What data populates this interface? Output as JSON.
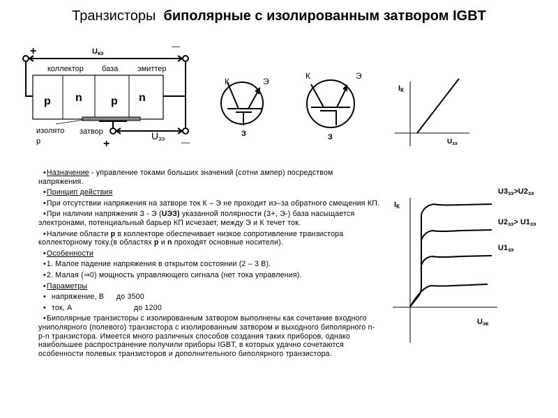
{
  "title": {
    "part1": "Транзисторы",
    "part2": "биполярные с   изолированным затвором IGBT"
  },
  "structure_diagram": {
    "voltage_ce": "U",
    "voltage_ce_sub": "кэ",
    "plus_top": "+",
    "minus_top": "—",
    "collector": "коллектор",
    "base": "база",
    "emitter": "эмиттер",
    "layers": [
      "p",
      "n",
      "p",
      "n"
    ],
    "insulator_line1": "изолято",
    "insulator_line2": "р",
    "gate": "затвор",
    "plus_bottom": "+",
    "voltage_ge": "U",
    "voltage_ge_sub": "ээ",
    "minus_bottom": "—"
  },
  "symbols": [
    {
      "collector": "К",
      "emitter": "Э",
      "gate": "З"
    },
    {
      "collector": "К",
      "emitter": "Э",
      "gate": "З"
    }
  ],
  "transfer_chart": {
    "ylabel": "I",
    "ylabel_sub": "К",
    "xlabel": "U",
    "xlabel_sub": "зэ"
  },
  "output_chart": {
    "ylabel": "I",
    "ylabel_sub": "К",
    "xlabel": "U",
    "xlabel_sub": "эк",
    "curves": [
      {
        "a": "U3",
        "a_sub": "зэ",
        "sep": ">",
        "b": "U2",
        "b_sub": "зэ"
      },
      {
        "a": "U2",
        "a_sub": "зэ",
        "sep": "> ",
        "b": "U1",
        "b_sub": "зэ"
      },
      {
        "a": "U1",
        "a_sub": "зэ",
        "sep": "",
        "b": "",
        "b_sub": ""
      }
    ]
  },
  "text": {
    "bullet": "•",
    "p1_head": "Назначение",
    "p1_rest": "  -  управление токами больших значений (сотни ампер) посредством напряжения.",
    "p2_head": "Принцип действия",
    "p3": "При отсутствии напряжения на затворе ток К – Э не проходит из–за обратного смещения КП.",
    "p4_a": "При наличии напряжения З - Э (",
    "p4_b": "UЭЗ)",
    "p4_c": " указанной полярности (З+, Э-)  база насыщается электронами, потенциальный барьер КП исчезает, между Э и К течет ток.",
    "p5_a": "Наличие области ",
    "p5_b": "p",
    "p5_c": " в коллекторе обеспечивает низкое сопротивление транзистора коллекторному току.(в областях ",
    "p5_d": "p",
    "p5_e": " и ",
    "p5_f": "n",
    "p5_g": " проходят основные носители).",
    "p6_head": "Особенности",
    "p7": "1. Малое падение напряжения в открытом состоянии (2 – 3 В).",
    "p8": "2.  Малая (⇒0) мощность управляющего сигнала  (нет тока управления).",
    "p9_head": "Параметры",
    "p10_label": "напряжение, В",
    "p10_value": "до 3500",
    "p11_label": "ток, А",
    "p11_value": "до 1200",
    "p12": "Биполярные транзисторы с изолированным затвором выполнены как сочетание входного униполярного (полевого) транзистора с изолированным затвором и выходного биполярного n-p-n  транзистора. Имеется много различных способов создания таких приборов, однако наибольшее распространение получили приборы IGBT, в которых удачно сочетаются особенности полевых транзисторов и дополнительного биполярного транзистора."
  }
}
